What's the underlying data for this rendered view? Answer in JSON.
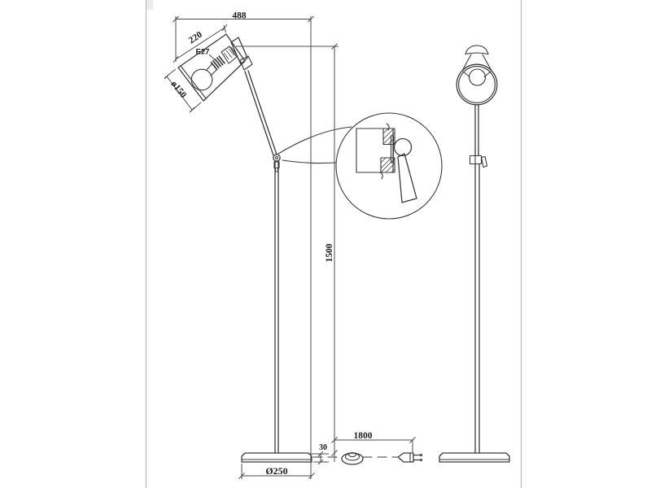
{
  "page": {
    "background": "#ffffff",
    "line_color": "#3a3a3a",
    "dim_color": "#4c4c4c",
    "frame_color": "#b8b8b8",
    "text_color": "#1a1a1a"
  },
  "drawing": {
    "labels": {
      "overall_width": "488",
      "shade_length": "220",
      "socket": "E27",
      "shade_diameter": "ø150",
      "stand_height": "1500",
      "base_thickness": "30",
      "cord_length": "1800",
      "base_diameter": "Ø250"
    }
  }
}
